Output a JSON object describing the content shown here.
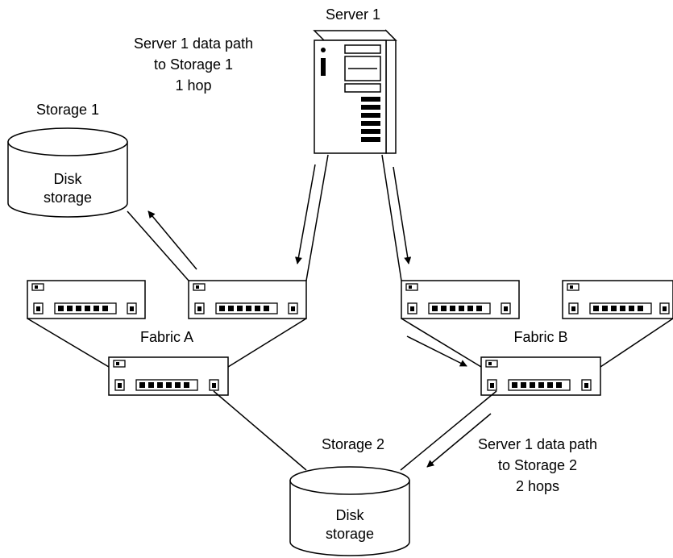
{
  "labels": {
    "server1": "Server 1",
    "storage1": "Storage 1",
    "storage2": "Storage 2",
    "fabric_a": "Fabric A",
    "fabric_b": "Fabric B",
    "disk1_line1": "Disk",
    "disk1_line2": "storage",
    "disk2_line1": "Disk",
    "disk2_line2": "storage"
  },
  "annotations": {
    "path1": [
      "Server 1 data path",
      "to Storage 1",
      "1 hop"
    ],
    "path2": [
      "Server 1 data path",
      "to Storage 2",
      "2 hops"
    ]
  },
  "colors": {
    "stroke": "#000000",
    "background": "#ffffff"
  }
}
